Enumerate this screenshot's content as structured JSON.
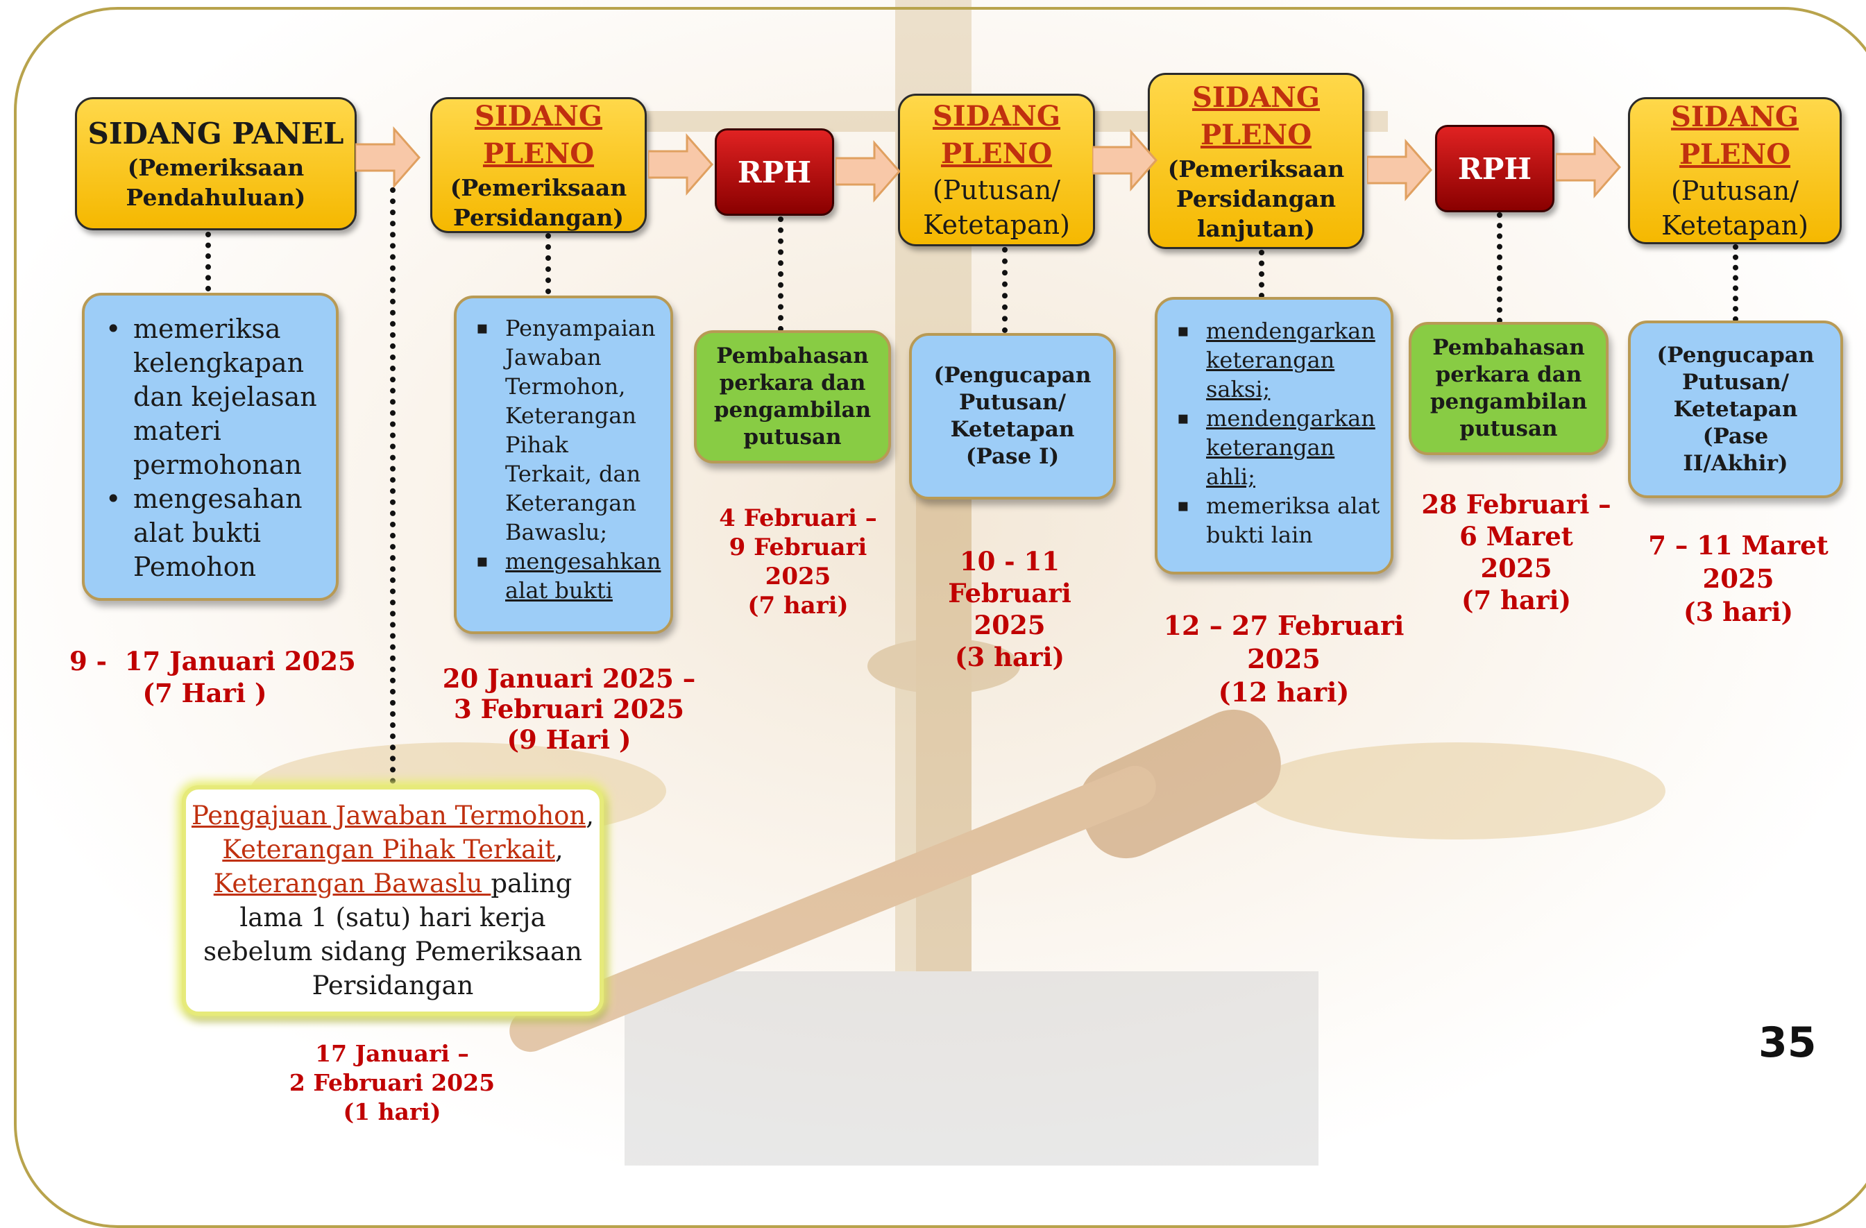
{
  "steps": {
    "s1": {
      "title": "SIDANG PANEL",
      "subtitle": "(Pemeriksaan Pendahuluan)"
    },
    "s2": {
      "title": "SIDANG PLENO",
      "subtitle": "(Pemeriksaan Persidangan)"
    },
    "s3": {
      "title": "RPH"
    },
    "s4": {
      "title": "SIDANG PLENO",
      "subtitle": "(Putusan/ Ketetapan)"
    },
    "s5": {
      "title": "SIDANG PLENO",
      "subtitle": "(Pemeriksaan Persidangan lanjutan)"
    },
    "s6": {
      "title": "RPH"
    },
    "s7": {
      "title": "SIDANG PLENO",
      "subtitle": "(Putusan/ Ketetapan)"
    }
  },
  "details": {
    "d1": {
      "items": [
        "memeriksa kelengkapan dan kejelasan materi permohonan",
        "mengesahan alat bukti Pemohon"
      ]
    },
    "d2": {
      "items": [
        "Penyampaian Jawaban Termohon, Keterangan Pihak Terkait, dan Keterangan Bawaslu;",
        "mengesahkan alat bukti"
      ]
    },
    "d3": {
      "text": "Pembahasan perkara dan pengambilan putusan"
    },
    "d4": {
      "text": "(Pengucapan Putusan/ Ketetapan (Pase I)"
    },
    "d5": {
      "items": [
        "mendengarkan keterangan saksi;",
        "mendengarkan keterangan ahli;",
        "memeriksa alat bukti lain"
      ]
    },
    "d6": {
      "text": "Pembahasan perkara dan pengambilan putusan"
    },
    "d7": {
      "text": "(Pengucapan Putusan/ Ketetapan (Pase II/Akhir)"
    }
  },
  "dates": {
    "t1": {
      "range": "9 -  17 Januari 2025",
      "days": "(7 Hari )"
    },
    "t2": {
      "range1": "20 Januari 2025 –",
      "range2": "3 Februari 2025",
      "days": "(9 Hari )"
    },
    "t3": {
      "range1": "4 Februari –",
      "range2": "9 Februari",
      "range3": "2025",
      "days": "(7 hari)"
    },
    "t4": {
      "range1": "10 - 11 Februari",
      "range2": "2025",
      "days": "(3 hari)"
    },
    "t5": {
      "range1": "12 – 27 Februari",
      "range2": "2025",
      "days": "(12 hari)"
    },
    "t6": {
      "range1": "28 Februari –",
      "range2": "6 Maret",
      "range3": "2025",
      "days": "(7 hari)"
    },
    "t7": {
      "range1": "7 – 11 Maret",
      "range2": "2025",
      "days": "(3 hari)"
    }
  },
  "note": {
    "link1": "Pengajuan Jawaban Termohon",
    "link2": "Keterangan Pihak Terkait",
    "link3": "Keterangan Bawaslu ",
    "text1": "paling",
    "text2": "lama 1 (satu) hari kerja",
    "text3": "sebelum sidang Pemeriksaan",
    "text4": "Persidangan",
    "date1": "17 Januari –",
    "date2": "2 Februari 2025",
    "days": "(1 hari)"
  },
  "page_number": "35",
  "colors": {
    "header_yellow": "#f5b800",
    "rph_red": "#c00000",
    "detail_blue": "#9dcdf7",
    "detail_green": "#88cc44",
    "date_red": "#c00000"
  }
}
